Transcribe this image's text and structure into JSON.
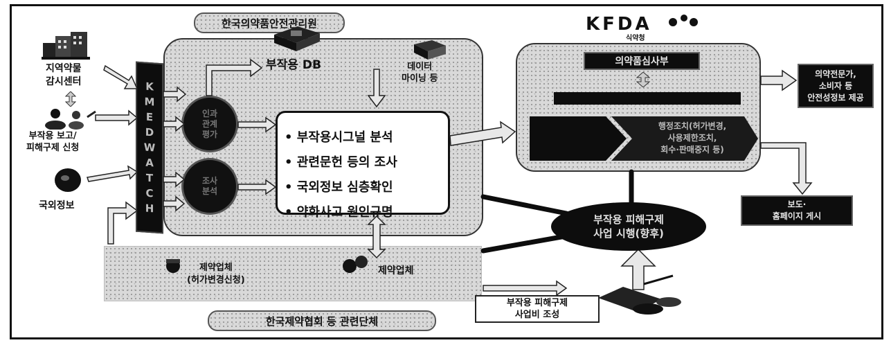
{
  "agencies": {
    "kidsa": "한국의약품안전관리원",
    "kfda_logo": "KFDA",
    "kfda_sub": "식약청",
    "kpma": "한국제약협회 등 관련단체"
  },
  "sources": {
    "regional_center": [
      "지역약물",
      "감시센터"
    ],
    "ae_report": [
      "부작용 보고/",
      "피해구제 신청"
    ],
    "foreign_info": "국외정보"
  },
  "medwatch": [
    "K",
    "M",
    "E",
    "D",
    "W",
    "A",
    "T",
    "C",
    "H"
  ],
  "circles": {
    "top": [
      "인과",
      "관계",
      "평가"
    ],
    "bottom": [
      "조사",
      "분석"
    ]
  },
  "db": {
    "ae_db": "부작용 DB",
    "data_mining": [
      "데이터",
      "마이닝 등"
    ]
  },
  "analysis_items": [
    "부작용시그널 분석",
    "관련문헌 등의 조사",
    "국외정보 심층확인",
    "약화사고 원인규명"
  ],
  "kfda_panel": {
    "review_dept": "의약품심사부",
    "safety_action": [
      "행정조치(허가변경,",
      "사용제한조치,",
      "회수·판매중지 등)"
    ]
  },
  "outputs": {
    "right_top": [
      "의약전문가,",
      "소비자 등",
      "안전성정보 제공"
    ],
    "right_bottom": [
      "보도·",
      "홈페이지 게시"
    ]
  },
  "relief": {
    "program": [
      "부작용 피해구제",
      "사업 시행(향후)"
    ],
    "fund": [
      "부작용 피해구제",
      "사업비 조성"
    ]
  },
  "pharma": {
    "left": [
      "제약업체",
      "(허가변경신청)"
    ],
    "right": "제약업체"
  }
}
